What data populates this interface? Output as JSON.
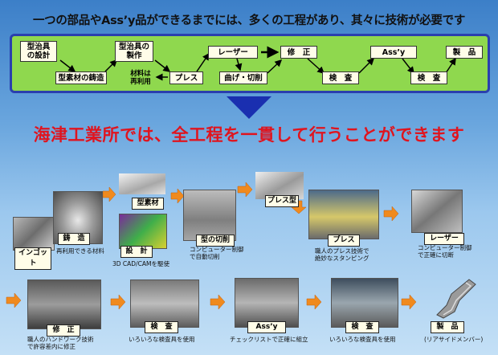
{
  "title": "一つの部品やAss’y品ができるまでには、多くの工程があり、其々に技術が必要です",
  "flow": {
    "jig_design": [
      "型治具",
      "の設計"
    ],
    "jig_make": [
      "型治具の",
      "製作"
    ],
    "material_cast": "型素材の鋳造",
    "material_reuse": [
      "材料は",
      "再利用"
    ],
    "press": "プレス",
    "laser": "レーザー",
    "bend_cut": "曲げ・切削",
    "repair": "修　正",
    "inspect1": "検　査",
    "assy": "Ass’y",
    "inspect2": "検　査",
    "product": "製　品"
  },
  "headline": "海津工業所では、全工程を一貫して行うことができます",
  "photos": {
    "ingot": "インゴット",
    "cast": "鋳　造",
    "cast_cap": "再利用できる材料",
    "material": "型素材",
    "design": "設　計",
    "design_cap": "3D CAD/CAMを駆使",
    "cut": "型の切削",
    "cut_cap": [
      "コンピューター制御",
      "で自動切削"
    ],
    "pressmold": "プレス型",
    "press": "プレス",
    "press_cap": [
      "職人のプレス技術で",
      "絶妙なスタンピング"
    ],
    "laser": "レーザー",
    "laser_cap": [
      "コンピューター制御",
      "で正確に切断"
    ],
    "repair": "修　正",
    "repair_cap": [
      "職人のハンドワーク技術",
      "で許容差内に修正"
    ],
    "inspect1": "検　査",
    "inspect1_cap": "いろいろな検査具を使用",
    "assy": "Ass’y",
    "assy_cap": "チェックリストで正確に組立",
    "inspect2": "検　査",
    "inspect2_cap": "いろいろな検査具を使用",
    "product": "製　品",
    "product_cap": "(リアサイドメンバー)"
  },
  "colors": {
    "headline": "#e0141e",
    "panel": "#8fd84e",
    "panel_border": "#2a3fae",
    "process_arrow": "#f08a1e",
    "big_arrow": "#1a2fb0"
  }
}
